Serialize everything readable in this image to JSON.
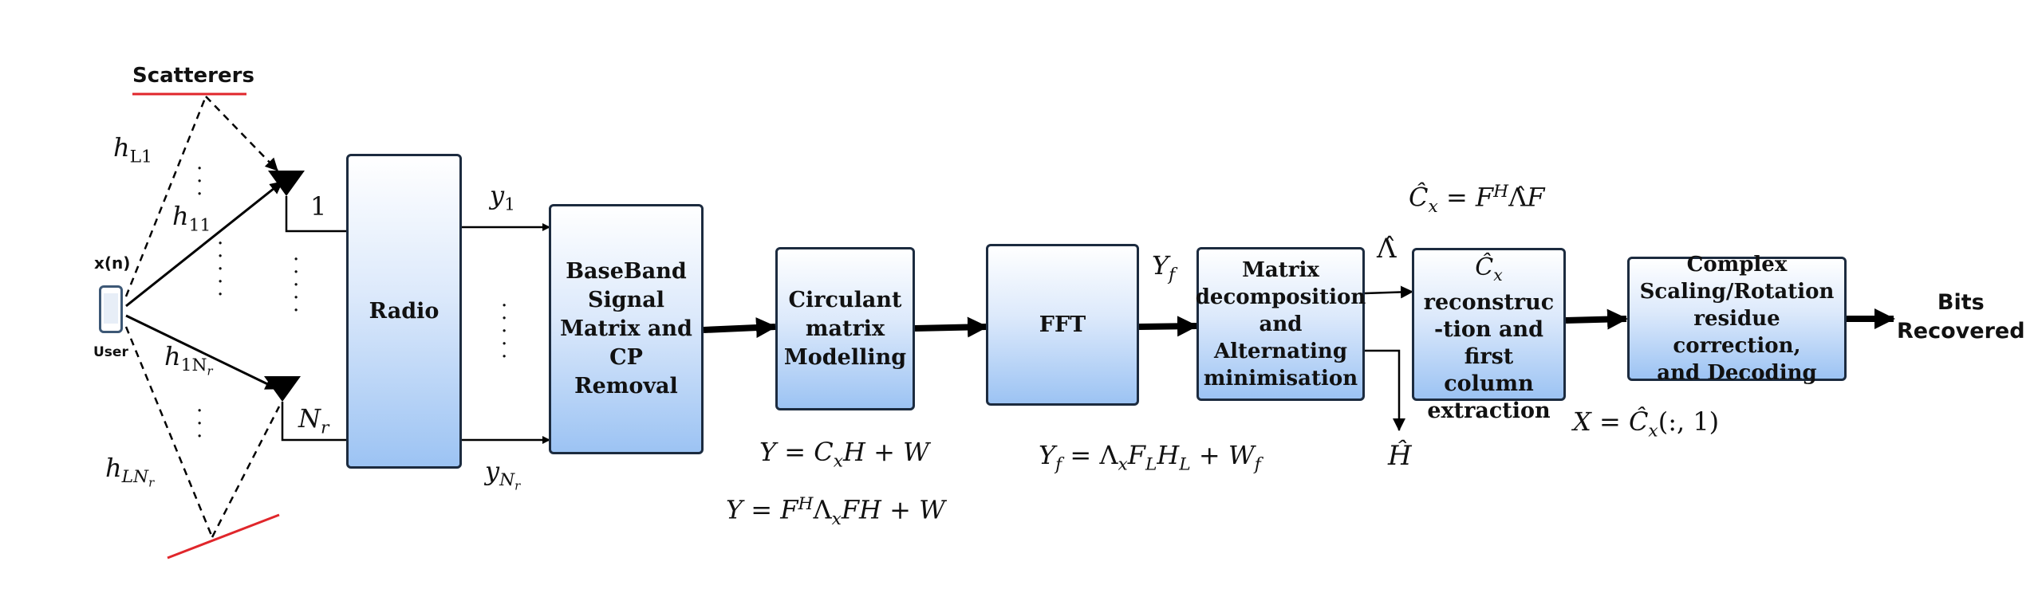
{
  "scatterers_label": "Scatterers",
  "user": {
    "signal_label": "x(n)",
    "device_label": "User"
  },
  "channel_labels": {
    "hL1": {
      "main": "h",
      "sub": "L1"
    },
    "h11": {
      "main": "h",
      "sub": "11"
    },
    "h1Nr": {
      "main": "h",
      "sub": "1N",
      "subsub": "r"
    },
    "hLNr": {
      "main": "h",
      "sub": "LN",
      "subsub": "r"
    }
  },
  "antenna_labels": {
    "first": "1",
    "last": {
      "main": "N",
      "sub": "r"
    }
  },
  "radio_outputs": {
    "y1": {
      "main": "y",
      "sub": "1"
    },
    "yNr": {
      "main": "y",
      "sub": "N",
      "subsub": "r"
    }
  },
  "blocks": {
    "radio": "Radio",
    "baseband": "BaseBand\nSignal\nMatrix and\nCP Removal",
    "circulant": "Circulant\nmatrix\nModelling",
    "fft": "FFT",
    "matrix_decomp": "Matrix\ndecomposition\nand\nAlternating\nminimisation",
    "cx_reconstruction": {
      "top_math": "Ĉ",
      "top_sub": "x",
      "text": "reconstruc\n-tion and\nfirst column\nextraction"
    },
    "complex_scaling": "Complex\nScaling/Rotation\nresidue correction,\nand Decoding"
  },
  "output_label": "Bits\nRecovered",
  "equations": {
    "circulant_1": "Y = C_x H + W",
    "circulant_2": "Y = F^H Λ_x F H + W",
    "fft": "Y_f = Λ_x F_L H_L + W_f",
    "cx_hat": "Ĉ_x = F^H Λ̂ F",
    "x_eq": "X = Ĉ_x(:, 1)"
  },
  "signal_labels": {
    "Yf": "Y_f",
    "lambda_hat": "Λ̂",
    "H_hat": "Ĥ"
  },
  "colors": {
    "box_border": "#1c2b3f",
    "box_gradient_top": "#ffffff",
    "box_gradient_bottom": "#9cc3f3",
    "scatterer_line": "#e0262b",
    "arrow": "#000000"
  }
}
